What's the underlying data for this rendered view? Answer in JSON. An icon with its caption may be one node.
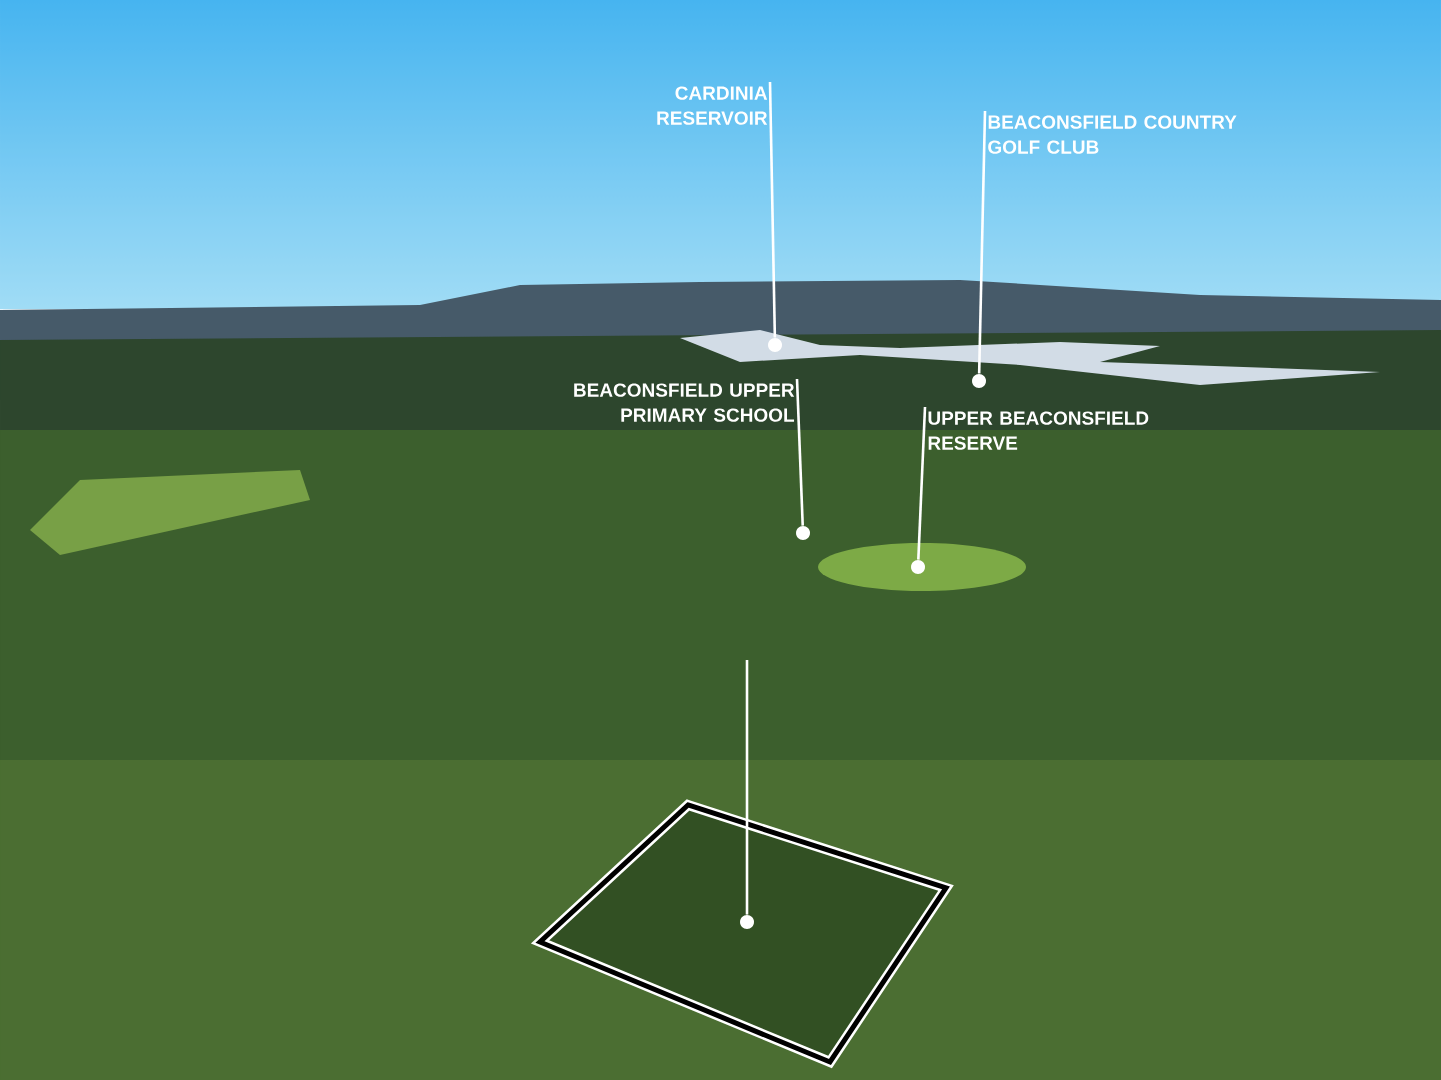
{
  "diagram": {
    "nodes": [
      {
        "text": [
          "CARDINIA RESERVOIR"
        ]
      },
      {
        "text": [
          "BEACONSFIELD COUNTRY GOLF CLUB"
        ]
      },
      {
        "text": [
          "BEACONSFIELD UPPER PRIMARY SCHOOL"
        ]
      },
      {
        "text": [
          "UPPER BEACONSFIELD RESERVE"
        ]
      },
      {
        "text": [],
        "shape": "circle"
      },
      {
        "text": [],
        "shape": "circle"
      },
      {
        "text": [],
        "shape": "circle"
      },
      {
        "text": [],
        "shape": "circle"
      },
      {
        "text": [],
        "shape": "circle"
      }
    ],
    "edges": [
      {
        "from": 0,
        "to": 4,
        "arrow": "none"
      },
      {
        "from": 1,
        "to": 5,
        "arrow": "none"
      },
      {
        "from": 2,
        "to": 6,
        "arrow": "none"
      },
      {
        "from": 3,
        "to": 7,
        "arrow": "none"
      },
      {
        "from": null,
        "to": 8,
        "arrow": "none"
      }
    ]
  }
}
